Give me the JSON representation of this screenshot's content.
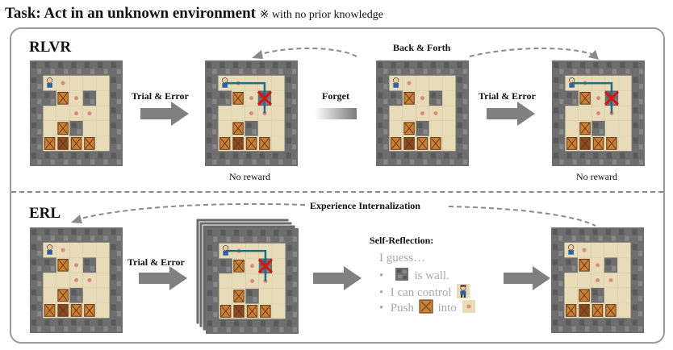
{
  "title": {
    "main": "Task: Act in an unknown environment",
    "note": "※ with no prior knowledge"
  },
  "rlvr": {
    "label": "RLVR",
    "step1_label": "Trial & Error",
    "forget_label": "Forget",
    "step2_label": "Trial & Error",
    "loop_label": "Back & Forth",
    "reward1": "No reward",
    "reward2": "No reward"
  },
  "erl": {
    "label": "ERL",
    "trial_label": "Trial & Error",
    "internalization_label": "Experience Internalization",
    "reflection_title": "Self-Reflection:",
    "reflection": {
      "intro": "I guess…",
      "line1": "is wall.",
      "line2": "I can control",
      "line3_a": "Push",
      "line3_b": "into"
    }
  },
  "colors": {
    "wall": "#6e6e6e",
    "floor": "#e8dcb8",
    "box": "#c9813a",
    "box_on_goal": "#8a4a22",
    "goal": "#d98c7c",
    "path": "#1f6e86",
    "arrow": "#808080",
    "fail": "#e01010"
  }
}
